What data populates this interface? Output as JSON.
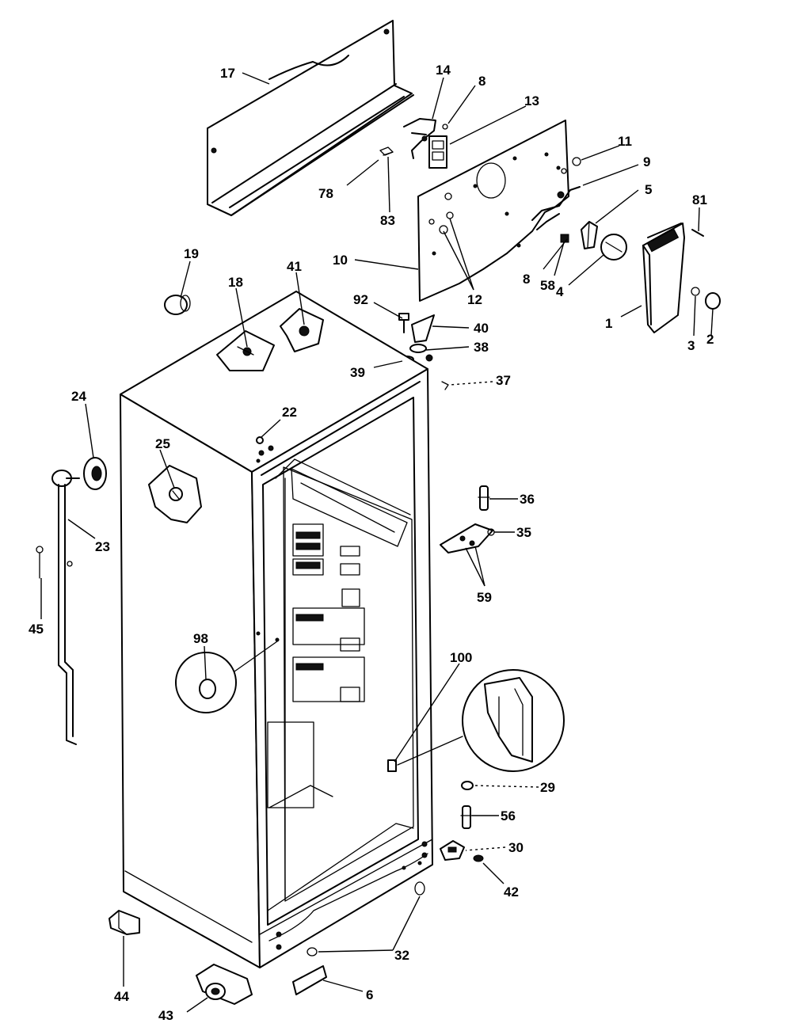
{
  "diagram": {
    "callouts": [
      {
        "id": "17",
        "label": "17"
      },
      {
        "id": "14",
        "label": "14"
      },
      {
        "id": "8a",
        "label": "8"
      },
      {
        "id": "13",
        "label": "13"
      },
      {
        "id": "11",
        "label": "11"
      },
      {
        "id": "9",
        "label": "9"
      },
      {
        "id": "5",
        "label": "5"
      },
      {
        "id": "81",
        "label": "81"
      },
      {
        "id": "78",
        "label": "78"
      },
      {
        "id": "83",
        "label": "83"
      },
      {
        "id": "19",
        "label": "19"
      },
      {
        "id": "18",
        "label": "18"
      },
      {
        "id": "41",
        "label": "41"
      },
      {
        "id": "10",
        "label": "10"
      },
      {
        "id": "12",
        "label": "12"
      },
      {
        "id": "8b",
        "label": "8"
      },
      {
        "id": "58",
        "label": "58"
      },
      {
        "id": "4",
        "label": "4"
      },
      {
        "id": "1",
        "label": "1"
      },
      {
        "id": "3",
        "label": "3"
      },
      {
        "id": "2",
        "label": "2"
      },
      {
        "id": "92",
        "label": "92"
      },
      {
        "id": "40",
        "label": "40"
      },
      {
        "id": "38",
        "label": "38"
      },
      {
        "id": "39",
        "label": "39"
      },
      {
        "id": "37",
        "label": "37"
      },
      {
        "id": "24",
        "label": "24"
      },
      {
        "id": "22",
        "label": "22"
      },
      {
        "id": "25",
        "label": "25"
      },
      {
        "id": "23",
        "label": "23"
      },
      {
        "id": "45",
        "label": "45"
      },
      {
        "id": "36",
        "label": "36"
      },
      {
        "id": "35",
        "label": "35"
      },
      {
        "id": "59",
        "label": "59"
      },
      {
        "id": "98",
        "label": "98"
      },
      {
        "id": "100",
        "label": "100"
      },
      {
        "id": "29",
        "label": "29"
      },
      {
        "id": "56",
        "label": "56"
      },
      {
        "id": "30",
        "label": "30"
      },
      {
        "id": "42",
        "label": "42"
      },
      {
        "id": "32",
        "label": "32"
      },
      {
        "id": "44",
        "label": "44"
      },
      {
        "id": "6",
        "label": "6"
      },
      {
        "id": "43",
        "label": "43"
      }
    ]
  }
}
